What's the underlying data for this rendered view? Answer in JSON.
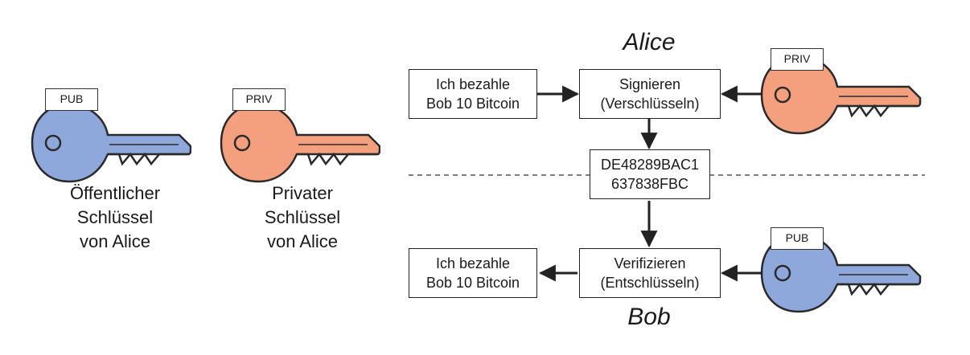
{
  "keys": {
    "public_left": {
      "tag": "PUB",
      "caption": [
        "Öffentlicher",
        "Schlüssel",
        "von Alice"
      ],
      "color": "#8fa8dc"
    },
    "private_left": {
      "tag": "PRIV",
      "caption": [
        "Privater",
        "Schlüssel",
        "von Alice"
      ],
      "color": "#f4a07e"
    },
    "private_right": {
      "tag": "PRIV",
      "color": "#f4a07e"
    },
    "public_right": {
      "tag": "PUB",
      "color": "#8fa8dc"
    }
  },
  "flow": {
    "alice_label": "Alice",
    "bob_label": "Bob",
    "message_top": [
      "Ich bezahle",
      "Bob 10 Bitcoin"
    ],
    "sign_box": [
      "Signieren",
      "(Verschlüsseln)"
    ],
    "signature_box": [
      "DE48289BAC1",
      "637838FBC"
    ],
    "verify_box": [
      "Verifizieren",
      "(Entschlüsseln)"
    ],
    "message_bottom": [
      "Ich bezahle",
      "Bob 10 Bitcoin"
    ]
  },
  "colors": {
    "public_key": "#8fa8dc",
    "private_key": "#f4a07e",
    "outline": "#2a2a2a"
  }
}
